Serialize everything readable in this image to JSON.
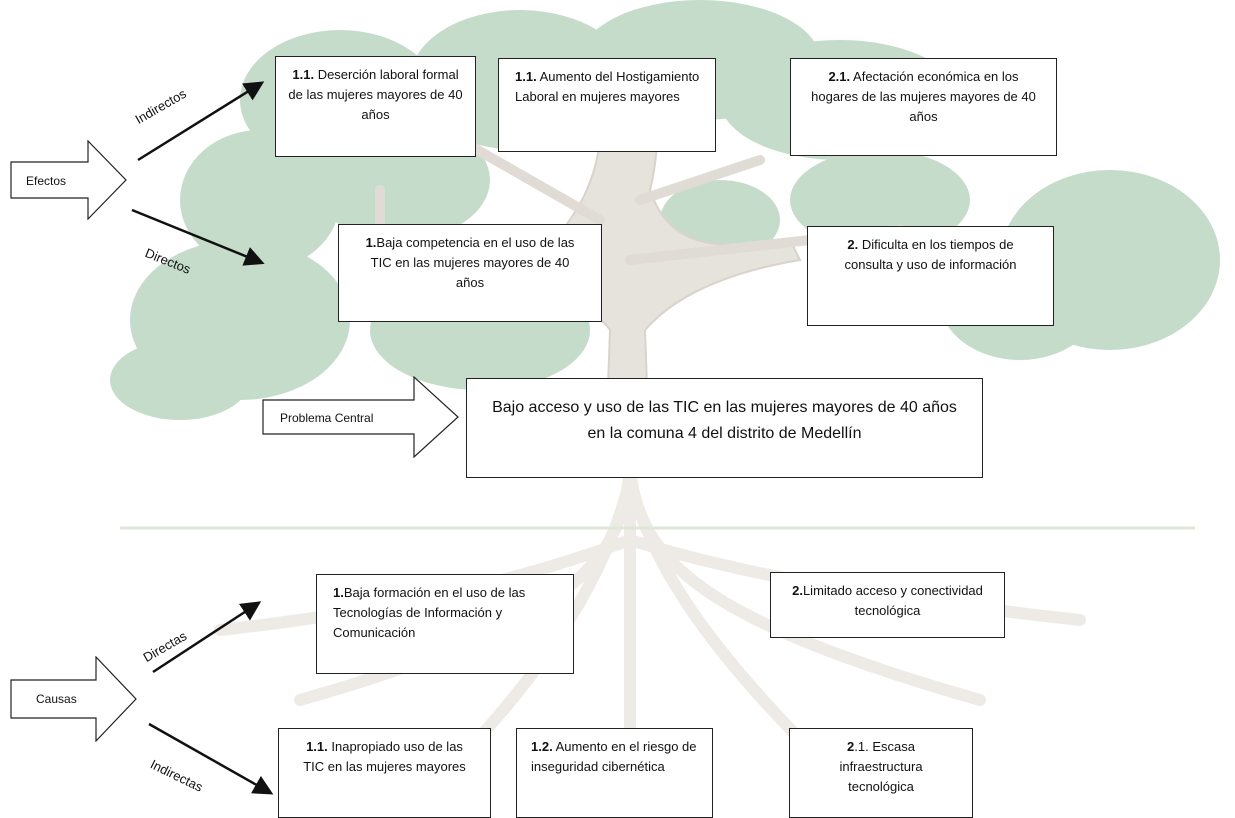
{
  "side_labels": {
    "effects": "Efectos",
    "causes": "Causas",
    "problem": "Problema Central"
  },
  "branch_labels": {
    "effects_indirect": "Indirectos",
    "effects_direct": "Directos",
    "causes_direct": "Directas",
    "causes_indirect": "Indirectas"
  },
  "effects": {
    "indirect": [
      {
        "num": "1.1.",
        "text": " Deserción laboral formal de las mujeres mayores de 40 años"
      },
      {
        "num": "1.1.",
        "text": " Aumento del Hostigamiento Laboral en mujeres mayores"
      },
      {
        "num": "2.1.",
        "text": " Afectación económica en los hogares de las mujeres mayores de 40 años"
      }
    ],
    "direct": [
      {
        "num": "1.",
        "text": "Baja competencia en el uso de las TIC en las mujeres mayores de 40 años"
      },
      {
        "num": "2.",
        "text": " Dificulta en los tiempos de consulta y uso de información"
      }
    ]
  },
  "central_problem": "Bajo acceso y uso de las TIC en las mujeres mayores de 40 años en la comuna 4 del distrito de Medellín",
  "causes": {
    "direct": [
      {
        "num": "1.",
        "text": "Baja formación en el uso de las Tecnologías de Información y Comunicación"
      },
      {
        "num": "2.",
        "text": "Limitado acceso y conectividad tecnológica"
      }
    ],
    "indirect": [
      {
        "num": "1.1.",
        "text": " Inapropiado uso de las TIC en las mujeres mayores"
      },
      {
        "num": "1.2.",
        "text": " Aumento en el riesgo de inseguridad cibernética"
      },
      {
        "num": "2",
        "text": ".1. Escasa infraestructura tecnológica"
      }
    ]
  },
  "colors": {
    "canopy": "#bcd6c2",
    "trunk": "#e6e2dc",
    "border": "#222222"
  }
}
